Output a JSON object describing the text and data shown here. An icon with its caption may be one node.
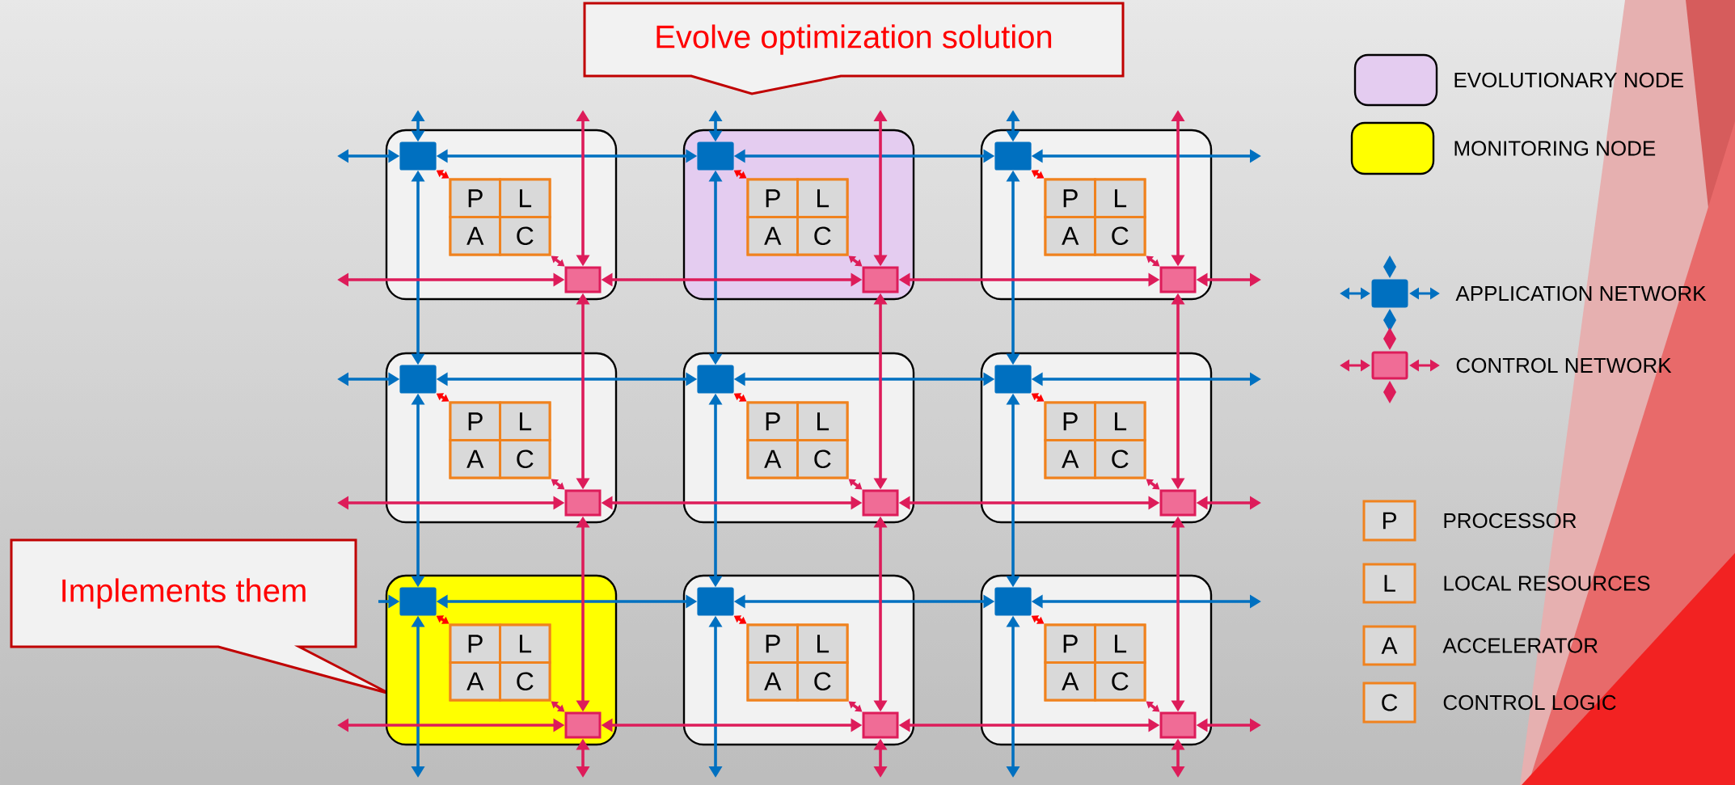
{
  "diagram": {
    "nodes": [
      {
        "text": [
          "Evolve optimization solution"
        ]
      },
      {
        "text": [
          "Implements them"
        ]
      },
      {
        "text": [],
        "shape": "box"
      },
      {
        "text": [],
        "shape": "box",
        "in": 2
      },
      {
        "text": [],
        "shape": "box",
        "in": 2
      },
      {
        "text": [],
        "shape": "box",
        "in": 2
      },
      {
        "text": [
          "P"
        ],
        "in": 5
      },
      {
        "text": [
          "L"
        ],
        "in": 5
      },
      {
        "text": [
          "A"
        ],
        "in": 5
      },
      {
        "text": [
          "C"
        ],
        "in": 5
      },
      {
        "text": [],
        "shape": "box"
      },
      {
        "text": [],
        "shape": "box",
        "in": 10
      },
      {
        "text": [],
        "shape": "box",
        "in": 10
      },
      {
        "text": [],
        "shape": "box",
        "in": 10
      },
      {
        "text": [
          "P"
        ],
        "in": 13
      },
      {
        "text": [
          "L"
        ],
        "in": 13
      },
      {
        "text": [
          "A"
        ],
        "in": 13
      },
      {
        "text": [
          "C"
        ],
        "in": 13
      },
      {
        "text": [],
        "shape": "box"
      },
      {
        "text": [],
        "shape": "box",
        "in": 18
      },
      {
        "text": [],
        "shape": "box",
        "in": 18
      },
      {
        "text": [],
        "shape": "box",
        "in": 18
      },
      {
        "text": [
          "P"
        ],
        "in": 21
      },
      {
        "text": [
          "L"
        ],
        "in": 21
      },
      {
        "text": [
          "A"
        ],
        "in": 21
      },
      {
        "text": [
          "C"
        ],
        "in": 21
      },
      {
        "text": [],
        "shape": "box"
      },
      {
        "text": [],
        "shape": "box",
        "in": 26
      },
      {
        "text": [],
        "shape": "box",
        "in": 26
      },
      {
        "text": [],
        "shape": "box",
        "in": 26
      },
      {
        "text": [
          "P"
        ],
        "in": 29
      },
      {
        "text": [
          "L"
        ],
        "in": 29
      },
      {
        "text": [
          "A"
        ],
        "in": 29
      },
      {
        "text": [
          "C"
        ],
        "in": 29
      },
      {
        "text": [],
        "shape": "box"
      },
      {
        "text": [],
        "shape": "box",
        "in": 34
      },
      {
        "text": [],
        "shape": "box",
        "in": 34
      },
      {
        "text": [],
        "shape": "box",
        "in": 34
      },
      {
        "text": [
          "P"
        ],
        "in": 37
      },
      {
        "text": [
          "L"
        ],
        "in": 37
      },
      {
        "text": [
          "A"
        ],
        "in": 37
      },
      {
        "text": [
          "C"
        ],
        "in": 37
      },
      {
        "text": [],
        "shape": "box"
      },
      {
        "text": [],
        "shape": "box",
        "in": 42
      },
      {
        "text": [],
        "shape": "box",
        "in": 42
      },
      {
        "text": [],
        "shape": "box",
        "in": 42
      },
      {
        "text": [
          "P"
        ],
        "in": 45
      },
      {
        "text": [
          "L"
        ],
        "in": 45
      },
      {
        "text": [
          "A"
        ],
        "in": 45
      },
      {
        "text": [
          "C"
        ],
        "in": 45
      },
      {
        "text": [],
        "shape": "box"
      },
      {
        "text": [],
        "shape": "box",
        "in": 50
      },
      {
        "text": [],
        "shape": "box",
        "in": 50
      },
      {
        "text": [],
        "shape": "box",
        "in": 50
      },
      {
        "text": [
          "P"
        ],
        "in": 53
      },
      {
        "text": [
          "L"
        ],
        "in": 53
      },
      {
        "text": [
          "A"
        ],
        "in": 53
      },
      {
        "text": [
          "C"
        ],
        "in": 53
      },
      {
        "text": [],
        "shape": "box"
      },
      {
        "text": [],
        "shape": "box",
        "in": 58
      },
      {
        "text": [],
        "shape": "box",
        "in": 58
      },
      {
        "text": [],
        "shape": "box",
        "in": 58
      },
      {
        "text": [
          "P"
        ],
        "in": 61
      },
      {
        "text": [
          "L"
        ],
        "in": 61
      },
      {
        "text": [
          "A"
        ],
        "in": 61
      },
      {
        "text": [
          "C"
        ],
        "in": 61
      },
      {
        "text": [],
        "shape": "box"
      },
      {
        "text": [],
        "shape": "box",
        "in": 66
      },
      {
        "text": [],
        "shape": "box",
        "in": 66
      },
      {
        "text": [],
        "shape": "box",
        "in": 66
      },
      {
        "text": [
          "P"
        ],
        "in": 69
      },
      {
        "text": [
          "L"
        ],
        "in": 69
      },
      {
        "text": [
          "A"
        ],
        "in": 69
      },
      {
        "text": [
          "C"
        ],
        "in": 69
      }
    ],
    "edges": [
      {
        "from": null,
        "to": 3,
        "arrow": "both",
        "color": "#0070c0"
      },
      {
        "from": 3,
        "to": 11,
        "arrow": "both",
        "color": "#0070c0"
      },
      {
        "from": 11,
        "to": 19,
        "arrow": "both",
        "color": "#0070c0"
      },
      {
        "from": 19,
        "to": null,
        "arrow": "both",
        "color": "#0070c0"
      },
      {
        "from": null,
        "to": 27,
        "arrow": "both",
        "color": "#0070c0"
      },
      {
        "from": 27,
        "to": 35,
        "arrow": "both",
        "color": "#0070c0"
      },
      {
        "from": 35,
        "to": 43,
        "arrow": "both",
        "color": "#0070c0"
      },
      {
        "from": 43,
        "to": null,
        "arrow": "both",
        "color": "#0070c0"
      },
      {
        "from": null,
        "to": 51,
        "arrow": "to",
        "color": "#0070c0"
      },
      {
        "from": 51,
        "to": 59,
        "arrow": "both",
        "color": "#0070c0"
      },
      {
        "from": 59,
        "to": 67,
        "arrow": "both",
        "color": "#0070c0"
      },
      {
        "from": 67,
        "to": null,
        "arrow": "both",
        "color": "#0070c0"
      },
      {
        "from": null,
        "to": 3,
        "arrow": "both",
        "color": "#0070c0"
      },
      {
        "from": 3,
        "to": 27,
        "arrow": "both",
        "color": "#0070c0"
      },
      {
        "from": 27,
        "to": 51,
        "arrow": "both",
        "color": "#0070c0"
      },
      {
        "from": 51,
        "to": null,
        "arrow": "both",
        "color": "#0070c0"
      },
      {
        "from": null,
        "to": 11,
        "arrow": "both",
        "color": "#0070c0"
      },
      {
        "from": 11,
        "to": 35,
        "arrow": "both",
        "color": "#0070c0"
      },
      {
        "from": 35,
        "to": 59,
        "arrow": "both",
        "color": "#0070c0"
      },
      {
        "from": 59,
        "to": null,
        "arrow": "both",
        "color": "#0070c0"
      },
      {
        "from": null,
        "to": 19,
        "arrow": "both",
        "color": "#0070c0"
      },
      {
        "from": 19,
        "to": 43,
        "arrow": "both",
        "color": "#0070c0"
      },
      {
        "from": 43,
        "to": 67,
        "arrow": "both",
        "color": "#0070c0"
      },
      {
        "from": 67,
        "to": null,
        "arrow": "both",
        "color": "#0070c0"
      },
      {
        "from": null,
        "to": 4,
        "arrow": "both"
      },
      {
        "from": 4,
        "to": 12,
        "arrow": "both"
      },
      {
        "from": 12,
        "to": 20,
        "arrow": "both"
      },
      {
        "from": 20,
        "to": null,
        "arrow": "both"
      },
      {
        "from": null,
        "to": 28,
        "arrow": "both"
      },
      {
        "from": 28,
        "to": 36,
        "arrow": "both"
      },
      {
        "from": 36,
        "to": 44,
        "arrow": "both"
      },
      {
        "from": 44,
        "to": null,
        "arrow": "both"
      },
      {
        "from": null,
        "to": 52,
        "arrow": "both"
      },
      {
        "from": 52,
        "to": 60,
        "arrow": "both"
      },
      {
        "from": 60,
        "to": 68,
        "arrow": "both"
      },
      {
        "from": 68,
        "to": null,
        "arrow": "both"
      },
      {
        "from": null,
        "to": 4,
        "arrow": "both"
      },
      {
        "from": 4,
        "to": 28,
        "arrow": "both"
      },
      {
        "from": 28,
        "to": 52,
        "arrow": "both"
      },
      {
        "from": 52,
        "to": null,
        "arrow": "both"
      },
      {
        "from": null,
        "to": 12,
        "arrow": "both"
      },
      {
        "from": 12,
        "to": 36,
        "arrow": "both"
      },
      {
        "from": 36,
        "to": 60,
        "arrow": "both"
      },
      {
        "from": 60,
        "to": null,
        "arrow": "both"
      },
      {
        "from": null,
        "to": 20,
        "arrow": "both"
      },
      {
        "from": 20,
        "to": 44,
        "arrow": "both"
      },
      {
        "from": 44,
        "to": 68,
        "arrow": "both"
      },
      {
        "from": 68,
        "to": null,
        "arrow": "both"
      },
      {
        "from": 3,
        "to": 5,
        "arrow": "both",
        "color": "#ff0000"
      },
      {
        "from": 11,
        "to": 13,
        "arrow": "both",
        "color": "#ff0000"
      },
      {
        "from": 19,
        "to": 21,
        "arrow": "both",
        "color": "#ff0000"
      },
      {
        "from": 27,
        "to": 29,
        "arrow": "both",
        "color": "#ff0000"
      },
      {
        "from": 35,
        "to": 37,
        "arrow": "both",
        "color": "#ff0000"
      },
      {
        "from": 43,
        "to": 45,
        "arrow": "both",
        "color": "#ff0000"
      },
      {
        "from": 51,
        "to": 53,
        "arrow": "both",
        "color": "#ff0000"
      },
      {
        "from": 59,
        "to": 61,
        "arrow": "both",
        "color": "#ff0000"
      },
      {
        "from": 67,
        "to": 69,
        "arrow": "both",
        "color": "#ff0000"
      },
      {
        "from": 5,
        "to": 4,
        "arrow": "both"
      },
      {
        "from": 13,
        "to": 12,
        "arrow": "both"
      },
      {
        "from": 21,
        "to": 20,
        "arrow": "both"
      },
      {
        "from": 29,
        "to": 28,
        "arrow": "both"
      },
      {
        "from": 37,
        "to": 36,
        "arrow": "both"
      },
      {
        "from": 45,
        "to": 44,
        "arrow": "both"
      },
      {
        "from": 53,
        "to": 52,
        "arrow": "both"
      },
      {
        "from": 61,
        "to": 60,
        "arrow": "both"
      },
      {
        "from": 69,
        "to": 68,
        "arrow": "both"
      }
    ],
    "labels": [
      "P",
      "L",
      "A",
      "C"
    ],
    "legend": [
      {
        "text": "EVOLUTIONARY NODE",
        "color": "#e4ccf0"
      },
      {
        "text": "MONITORING NODE",
        "color": "#ffff00"
      },
      {
        "text": "APPLICATION NETWORK"
      },
      {
        "text": "CONTROL NETWORK"
      },
      {
        "text": "PROCESSOR"
      },
      {
        "text": "LOCAL RESOURCES"
      },
      {
        "text": "ACCELERATOR"
      },
      {
        "text": "CONTROL LOGIC"
      }
    ]
  }
}
